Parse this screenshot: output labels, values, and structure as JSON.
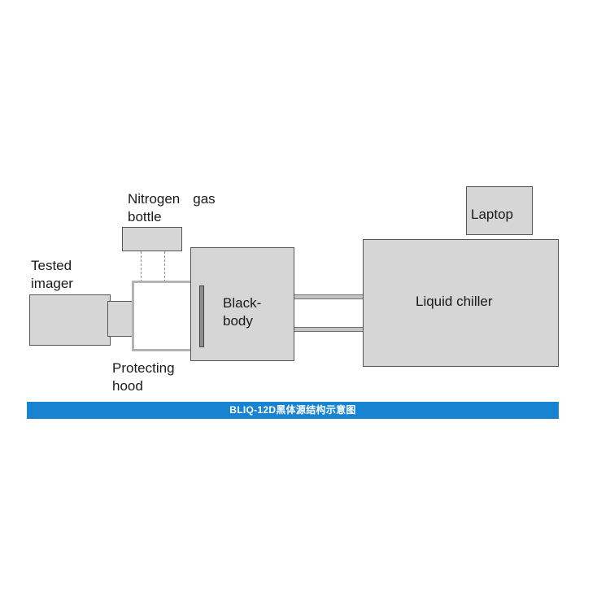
{
  "labels": {
    "nitrogen_line1": "Nitrogen",
    "nitrogen_gas": "gas",
    "nitrogen_line2": "bottle",
    "tested_line1": "Tested",
    "tested_line2": "imager",
    "protecting_line1": "Protecting",
    "protecting_line2": "hood",
    "blackbody_line1": "Black-",
    "blackbody_line2": "body",
    "liquid_chiller": "Liquid chiller",
    "laptop": "Laptop"
  },
  "caption": "BLIQ-12D黑体源结构示意图",
  "colors": {
    "box_fill": "#d6d6d6",
    "banner": "#1883d0",
    "hood_frame": "#b3b3b3"
  }
}
